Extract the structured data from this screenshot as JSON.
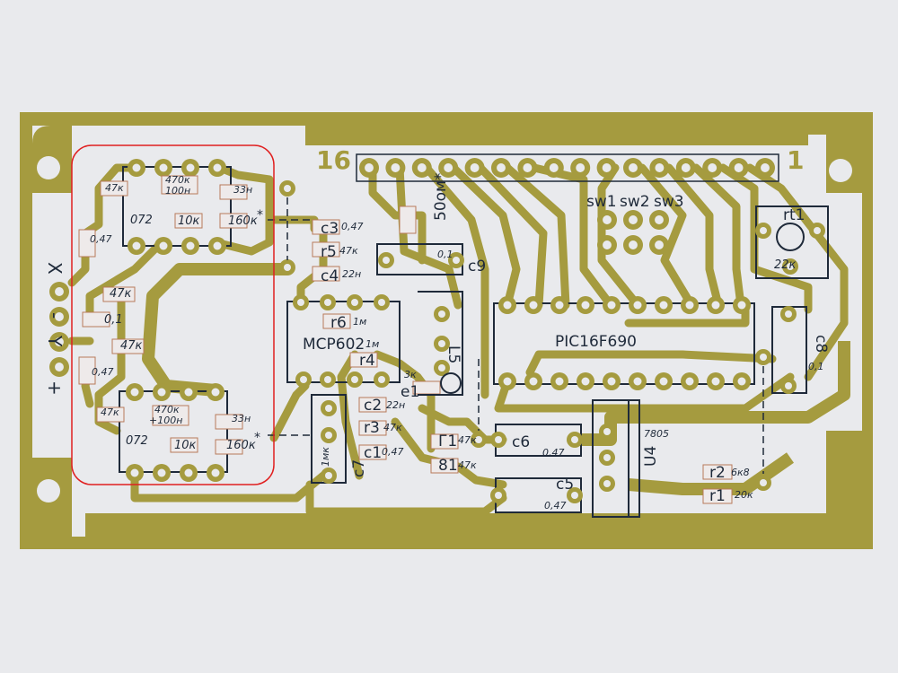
{
  "colors": {
    "paper": "#e9eaed",
    "copper": "#a59b3f",
    "silkscreen": "#1f2a3a",
    "highlight": "#e02020"
  },
  "header": {
    "pin_first": "16",
    "pin_last": "1",
    "pin_count": 16
  },
  "connector": {
    "x": "X",
    "minus": "-",
    "y": "Y",
    "plus": "+"
  },
  "chips": {
    "mcu": "PIC16F690",
    "opamp": "MCP602",
    "regulator": "7805",
    "regulator_ref": "U4",
    "filter_top": "072",
    "filter_bottom": "072"
  },
  "switches": [
    "sw1",
    "sw2",
    "sw3"
  ],
  "trimmer": {
    "ref": "rt1",
    "value": "22к"
  },
  "top_filter": [
    "47к",
    "470к",
    "100н",
    "33н",
    "10к",
    "160к",
    "*",
    "0,47"
  ],
  "mid_filter": [
    "47к",
    "0,1",
    "47к",
    "0,47"
  ],
  "bottom_filter": [
    "47к",
    "470к",
    "+100н",
    "33н",
    "10к",
    "160к",
    "*"
  ],
  "center": {
    "c3": "c3",
    "c3_val": "0,47",
    "r5": "r5",
    "r5_val": "47к",
    "c4": "c4",
    "c4_val": "22н",
    "r_shunt": "50ом*",
    "c9": "c9",
    "c9_val": "0,1",
    "r6": "r6",
    "r6_val": "1м",
    "r4_val": "1м",
    "r4": "r4",
    "e1_val": "3к",
    "e1": "e1",
    "l5": "L5",
    "c2": "c2",
    "c2_val": "22н",
    "r3": "r3",
    "r3_val": "47к",
    "c1": "c1",
    "c1_val": "0,47",
    "c7": "c7",
    "c7_val": "1мк",
    "r7": "Г1",
    "r7_val": "47к",
    "r8": "81",
    "r8_val": "47к"
  },
  "right": {
    "c8": "c8",
    "c8_val": "0,1",
    "c6": "c6",
    "c6_val": "0,47",
    "c5": "c5",
    "c5_val": "0,47",
    "r2": "r2",
    "r2_val": "6к8",
    "r1": "r1",
    "r1_val": "20к"
  }
}
